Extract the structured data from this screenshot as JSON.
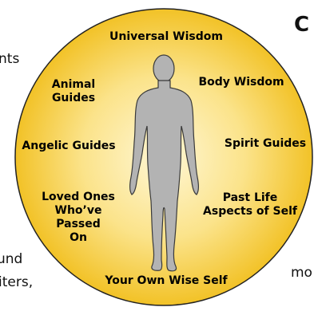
{
  "background_text": {
    "top_left_fragment": "nts",
    "bottom_left_line1": "und",
    "bottom_left_line2": "iters,",
    "bottom_right_fragment": "mo",
    "heading_fragment": "C"
  },
  "circle": {
    "fill_center": "#fff7d6",
    "fill_edge": "#f2c227",
    "border": "#222222"
  },
  "figure": {
    "fill": "#b3b3b3",
    "stroke": "#3a3a3a"
  },
  "labels": {
    "universal_wisdom": "Universal Wisdom",
    "body_wisdom": "Body Wisdom",
    "animal_guides": "Animal\nGuides",
    "spirit_guides": "Spirit Guides",
    "angelic_guides": "Angelic Guides",
    "past_life": "Past Life\nAspects of Self",
    "loved_ones": "Loved Ones\nWho’ve Passed\nOn",
    "your_own_wise_self": "Your Own Wise Self"
  }
}
